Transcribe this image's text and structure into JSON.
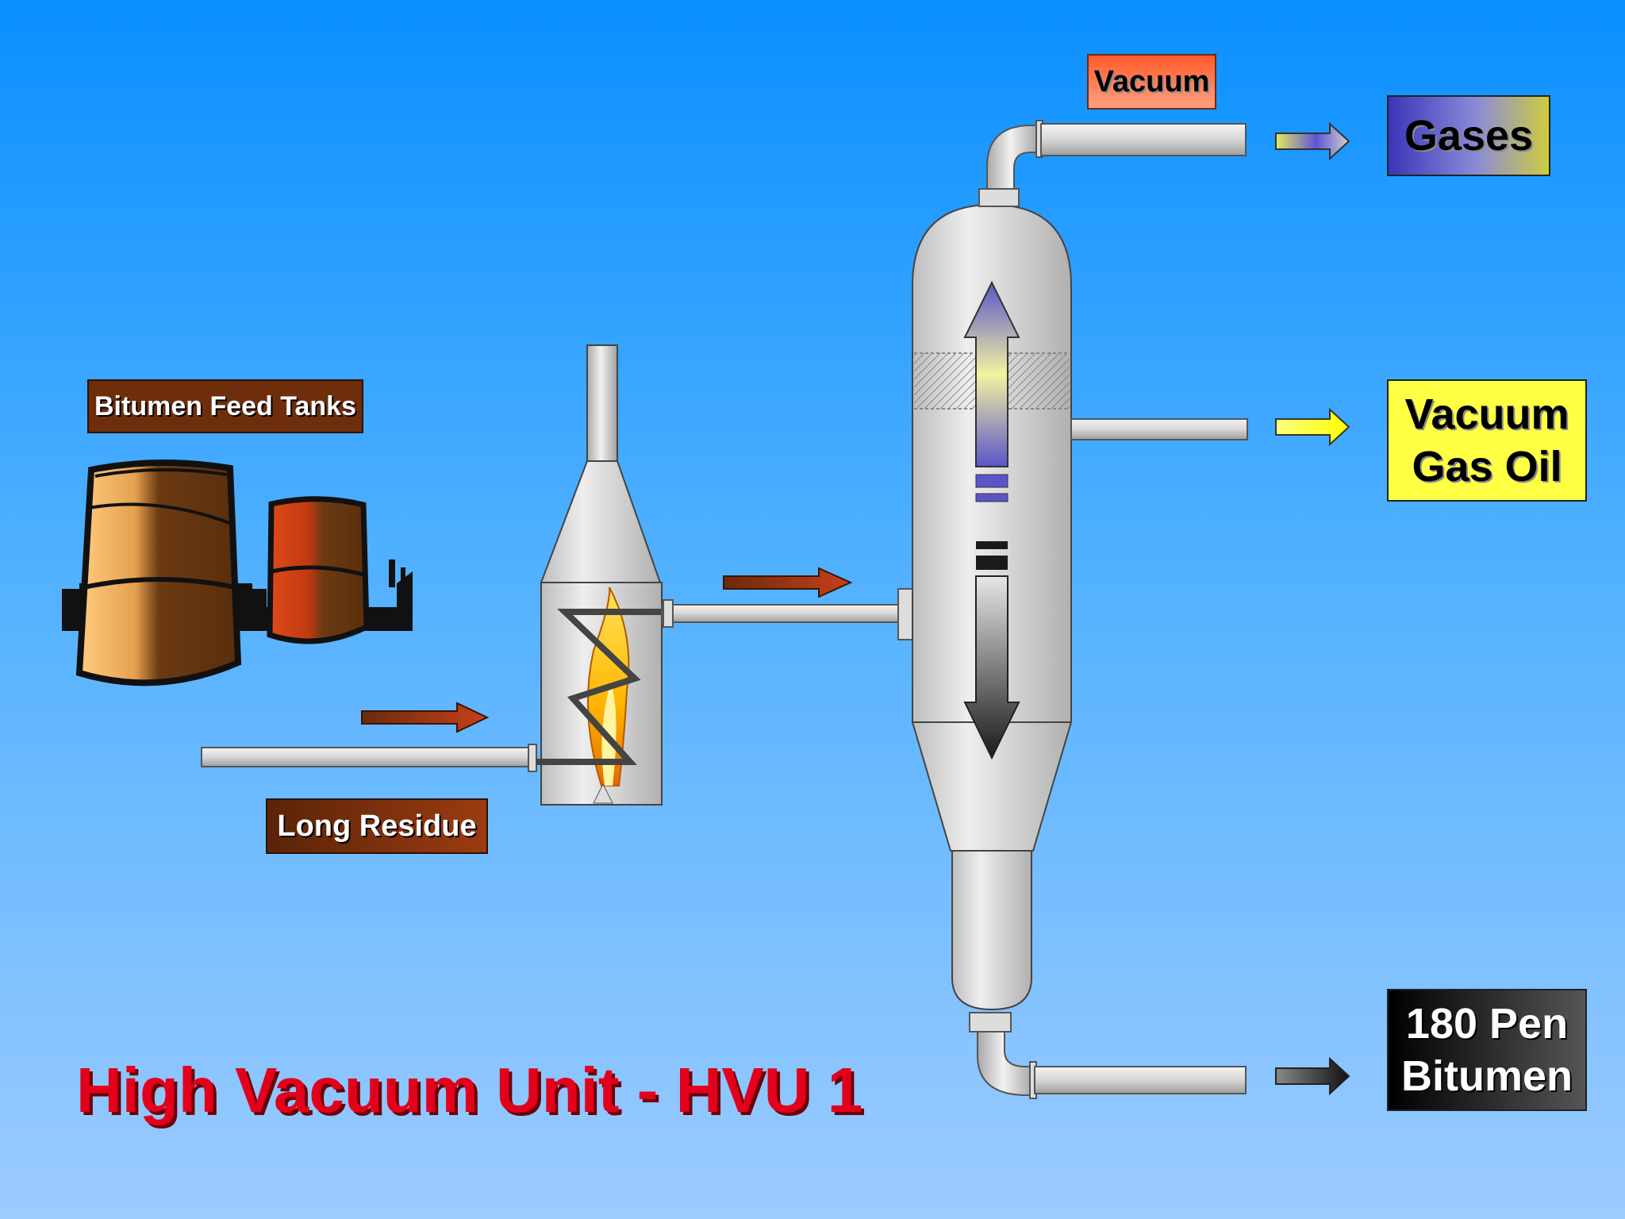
{
  "title": "High Vacuum Unit - HVU 1",
  "labels": {
    "feed_tanks": "Bitumen Feed Tanks",
    "long_residue": "Long Residue",
    "vacuum": "Vacuum",
    "gases": "Gases",
    "vgo_line1": "Vacuum",
    "vgo_line2": "Gas Oil",
    "bitumen_line1": "180 Pen",
    "bitumen_line2": "Bitumen"
  },
  "colors": {
    "background_top": "#0a8fff",
    "background_bottom": "#9ccbff",
    "title": "#e3001b",
    "feed_arrow": "#8b2e0c",
    "vessel_fill": "#d9d9d9",
    "vgo_box": "#ffff44",
    "gases_box": "#3a35b8",
    "bitumen_box": "#000000",
    "vacuum_box": "#ff5a2a"
  },
  "icons": [
    "storage-tank-icon",
    "furnace-icon",
    "flame-icon",
    "vacuum-column-icon",
    "flow-arrow-icon"
  ]
}
